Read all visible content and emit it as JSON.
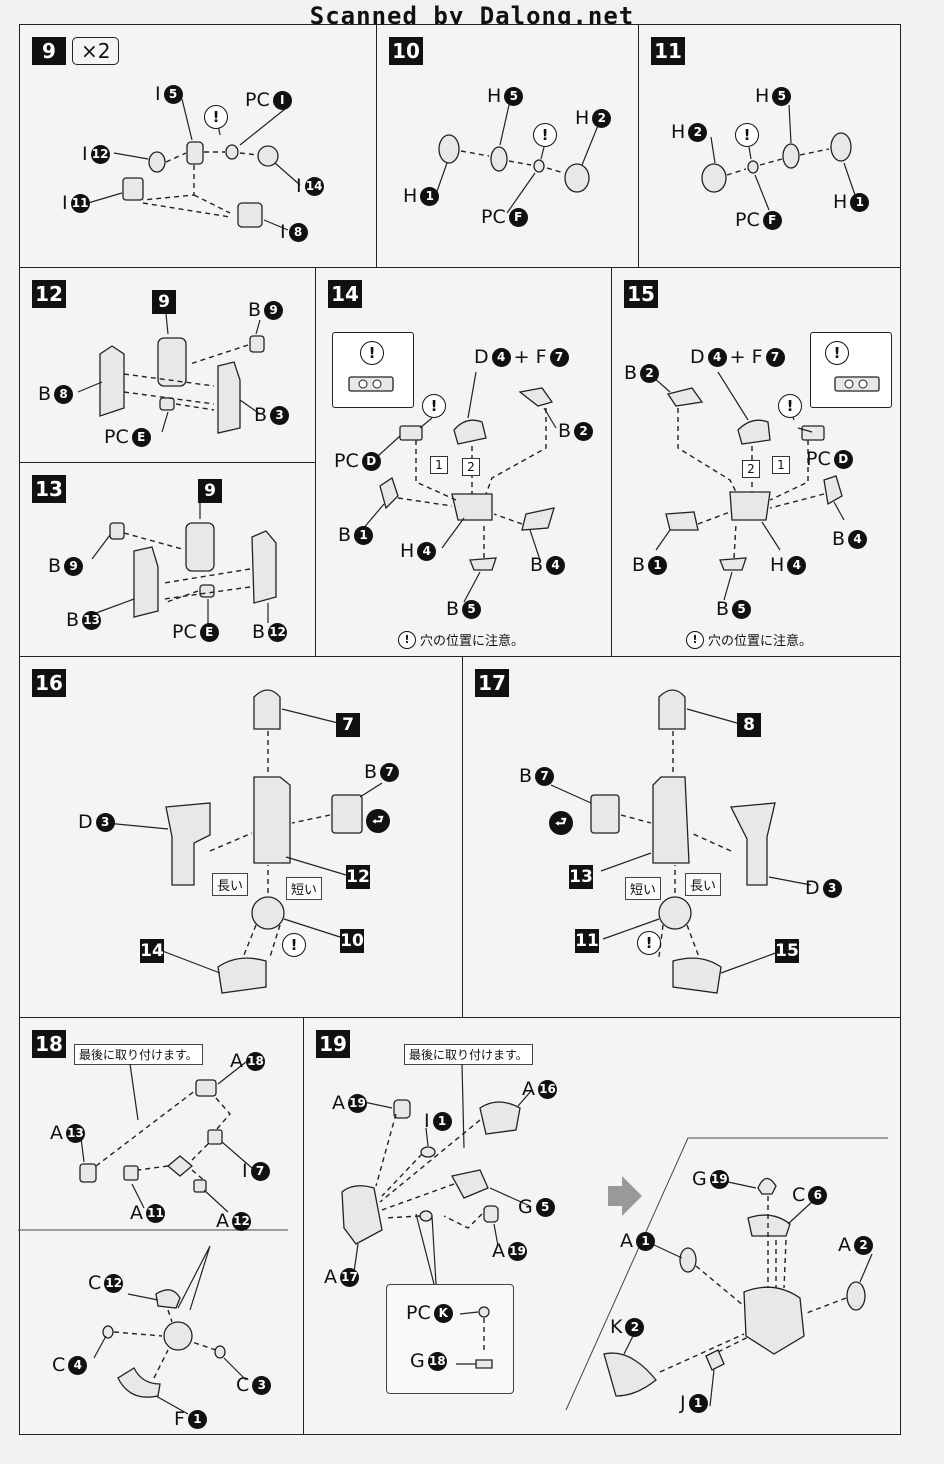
{
  "banner": "Scanned by Dalong.net",
  "steps": {
    "s9": {
      "num": "9",
      "mult": "×2",
      "labels": {
        "i5": "I",
        "i5n": "5",
        "pci": "PC",
        "pcin": "I",
        "i12": "I",
        "i12n": "12",
        "i14": "I",
        "i14n": "14",
        "i11": "I",
        "i11n": "11",
        "i8": "I",
        "i8n": "8"
      },
      "warn": "!"
    },
    "s10": {
      "num": "10",
      "labels": {
        "h5": "H",
        "h5n": "5",
        "h2": "H",
        "h2n": "2",
        "h1": "H",
        "h1n": "1",
        "pcf": "PC",
        "pcfn": "F"
      },
      "warn": "!"
    },
    "s11": {
      "num": "11",
      "labels": {
        "h5": "H",
        "h5n": "5",
        "h2": "H",
        "h2n": "2",
        "h1": "H",
        "h1n": "1",
        "pcf": "PC",
        "pcfn": "F"
      },
      "warn": "!"
    },
    "s12": {
      "num": "12",
      "labels": {
        "sq9": "9",
        "b9": "B",
        "b9n": "9",
        "b8": "B",
        "b8n": "8",
        "b3": "B",
        "b3n": "3",
        "pce": "PC",
        "pcen": "E"
      }
    },
    "s13": {
      "num": "13",
      "labels": {
        "sq9": "9",
        "b9": "B",
        "b9n": "9",
        "b13": "B",
        "b13n": "13",
        "pce": "PC",
        "pcen": "E",
        "b12": "B",
        "b12n": "12"
      }
    },
    "s14": {
      "num": "14",
      "labels": {
        "d4f7": "D",
        "d4n": "4",
        "plus": "+ F",
        "f7n": "7",
        "b2": "B",
        "b2n": "2",
        "pcd": "PC",
        "pcdn": "D",
        "b1": "B",
        "b1n": "1",
        "h4": "H",
        "h4n": "4",
        "b4": "B",
        "b4n": "4",
        "b5": "B",
        "b5n": "5",
        "n1": "1",
        "n2": "2"
      },
      "warn": "!",
      "note": "穴の位置に注意。"
    },
    "s15": {
      "num": "15",
      "labels": {
        "b2": "B",
        "b2n": "2",
        "d4f7": "D",
        "d4n": "4",
        "plus": "+ F",
        "f7n": "7",
        "pcd": "PC",
        "pcdn": "D",
        "b4": "B",
        "b4n": "4",
        "b1": "B",
        "b1n": "1",
        "h4": "H",
        "h4n": "4",
        "b5": "B",
        "b5n": "5",
        "n1": "1",
        "n2": "2"
      },
      "warn": "!",
      "note": "穴の位置に注意。"
    },
    "s16": {
      "num": "16",
      "labels": {
        "sq7": "7",
        "b7": "B",
        "b7n": "7",
        "d3": "D",
        "d3n": "3",
        "sq12": "12",
        "sq10": "10",
        "sq14": "14",
        "long": "長い",
        "short": "短い"
      },
      "warn": "!"
    },
    "s17": {
      "num": "17",
      "labels": {
        "sq8": "8",
        "b7": "B",
        "b7n": "7",
        "sq13": "13",
        "d3": "D",
        "d3n": "3",
        "sq11": "11",
        "sq15": "15",
        "long": "長い",
        "short": "短い"
      },
      "warn": "!"
    },
    "s18": {
      "num": "18",
      "labels": {
        "tag": "最後に取り付けます。",
        "a18": "A",
        "a18n": "18",
        "a13": "A",
        "a13n": "13",
        "i7": "I",
        "i7n": "7",
        "a11": "A",
        "a11n": "11",
        "a12": "A",
        "a12n": "12",
        "c12": "C",
        "c12n": "12",
        "c4": "C",
        "c4n": "4",
        "c3": "C",
        "c3n": "3",
        "f1": "F",
        "f1n": "1"
      }
    },
    "s19": {
      "num": "19",
      "labels": {
        "tag": "最後に取り付けます。",
        "a19": "A",
        "a19n": "19",
        "i1": "I",
        "i1n": "1",
        "a16": "A",
        "a16n": "16",
        "g5": "G",
        "g5n": "5",
        "a19b": "A",
        "a19bn": "19",
        "a17": "A",
        "a17n": "17",
        "pck": "PC",
        "pckn": "K",
        "g18": "G",
        "g18n": "18",
        "g19": "G",
        "g19n": "19",
        "c6": "C",
        "c6n": "6",
        "a1": "A",
        "a1n": "1",
        "a2": "A",
        "a2n": "2",
        "k2": "K",
        "k2n": "2",
        "j1": "J",
        "j1n": "1"
      }
    }
  }
}
